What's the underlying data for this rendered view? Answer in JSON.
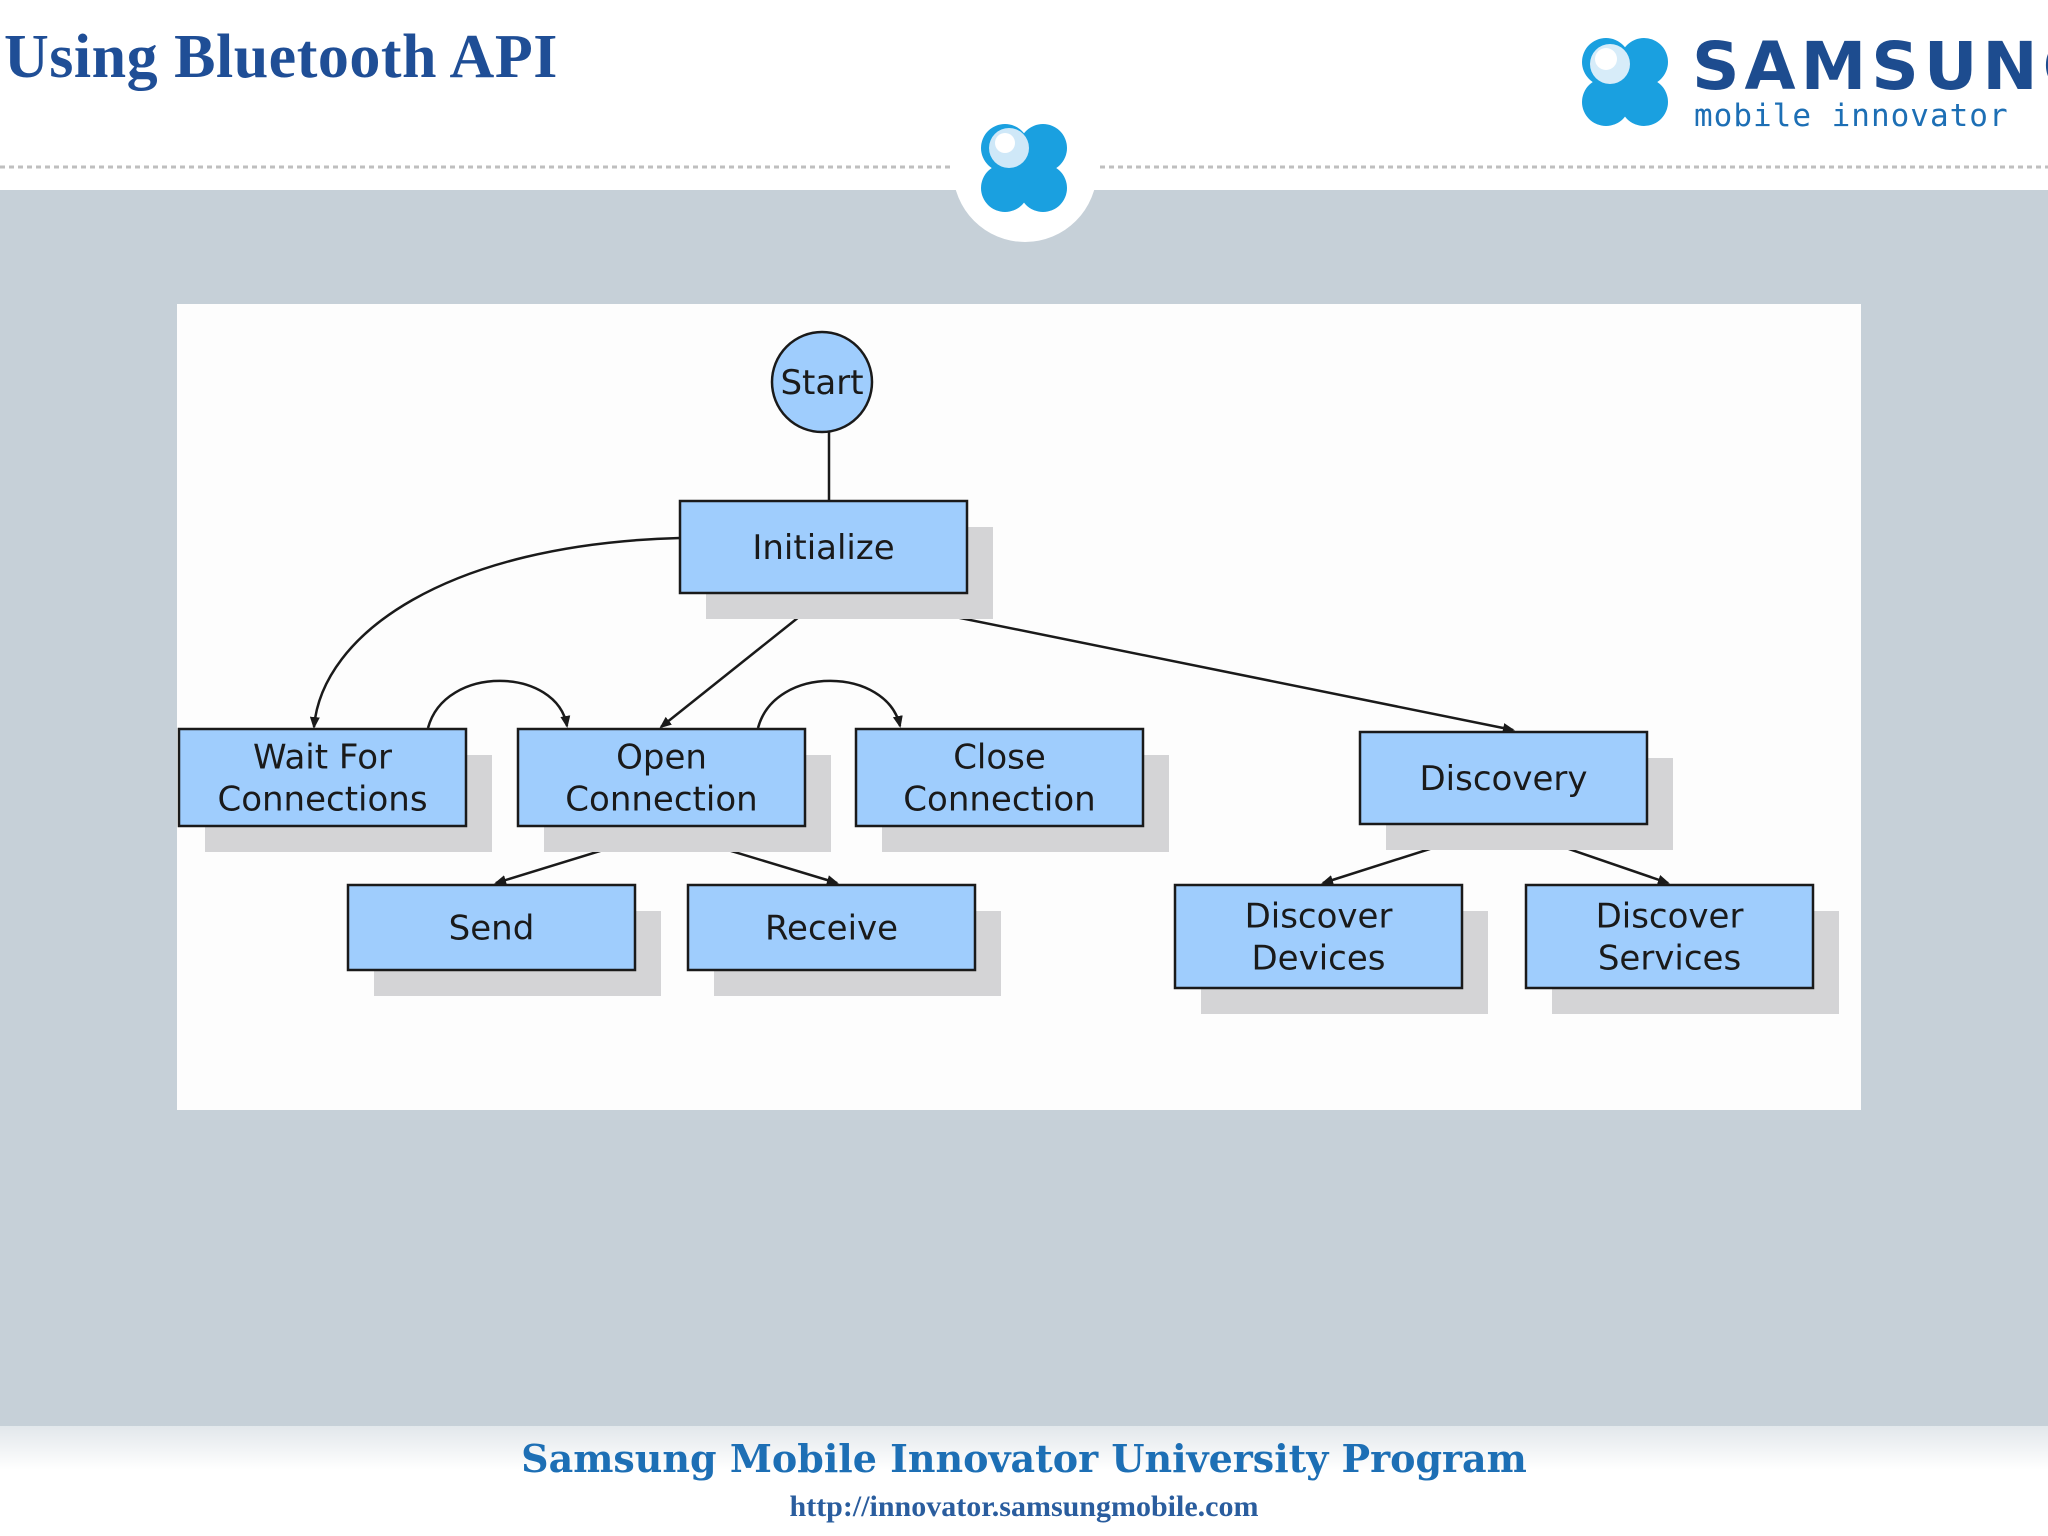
{
  "title": "Using Bluetooth API",
  "brand": {
    "name": "SAMSUNG",
    "tagline": "mobile innovator",
    "colors": {
      "navy": "#1d4c8f",
      "blue": "#1d6fb5",
      "bubble": "#1aa0e0"
    }
  },
  "footer": {
    "program": "Samsung Mobile Innovator University Program",
    "url": "http://innovator.samsungmobile.com"
  },
  "colors": {
    "title": "#1f4e96",
    "content_background": "#c6d0d8",
    "node_fill": "#9fcdfd",
    "node_stroke": "#1a1a1a",
    "node_shadow": "#d4d4d6"
  },
  "diagram": {
    "nodes": [
      {
        "id": "start",
        "label": "Start",
        "shape": "circle"
      },
      {
        "id": "initialize",
        "label": "Initialize",
        "shape": "box"
      },
      {
        "id": "wait",
        "label": "Wait For Connections",
        "shape": "box"
      },
      {
        "id": "open",
        "label": "Open Connection",
        "shape": "box"
      },
      {
        "id": "close",
        "label": "Close Connection",
        "shape": "box"
      },
      {
        "id": "discovery",
        "label": "Discovery",
        "shape": "box"
      },
      {
        "id": "send",
        "label": "Send",
        "shape": "box"
      },
      {
        "id": "receive",
        "label": "Receive",
        "shape": "box"
      },
      {
        "id": "devices",
        "label": "Discover Devices",
        "shape": "box"
      },
      {
        "id": "services",
        "label": "Discover Services",
        "shape": "box"
      }
    ],
    "edges": [
      {
        "from": "start",
        "to": "initialize",
        "arrow": false
      },
      {
        "from": "initialize",
        "to": "wait",
        "arrow": true
      },
      {
        "from": "initialize",
        "to": "open",
        "arrow": true
      },
      {
        "from": "initialize",
        "to": "discovery",
        "arrow": true
      },
      {
        "from": "wait",
        "to": "open",
        "arrow": true
      },
      {
        "from": "open",
        "to": "close",
        "arrow": true
      },
      {
        "from": "open",
        "to": "send",
        "arrow": true
      },
      {
        "from": "open",
        "to": "receive",
        "arrow": true
      },
      {
        "from": "discovery",
        "to": "devices",
        "arrow": true
      },
      {
        "from": "discovery",
        "to": "services",
        "arrow": true
      }
    ]
  }
}
